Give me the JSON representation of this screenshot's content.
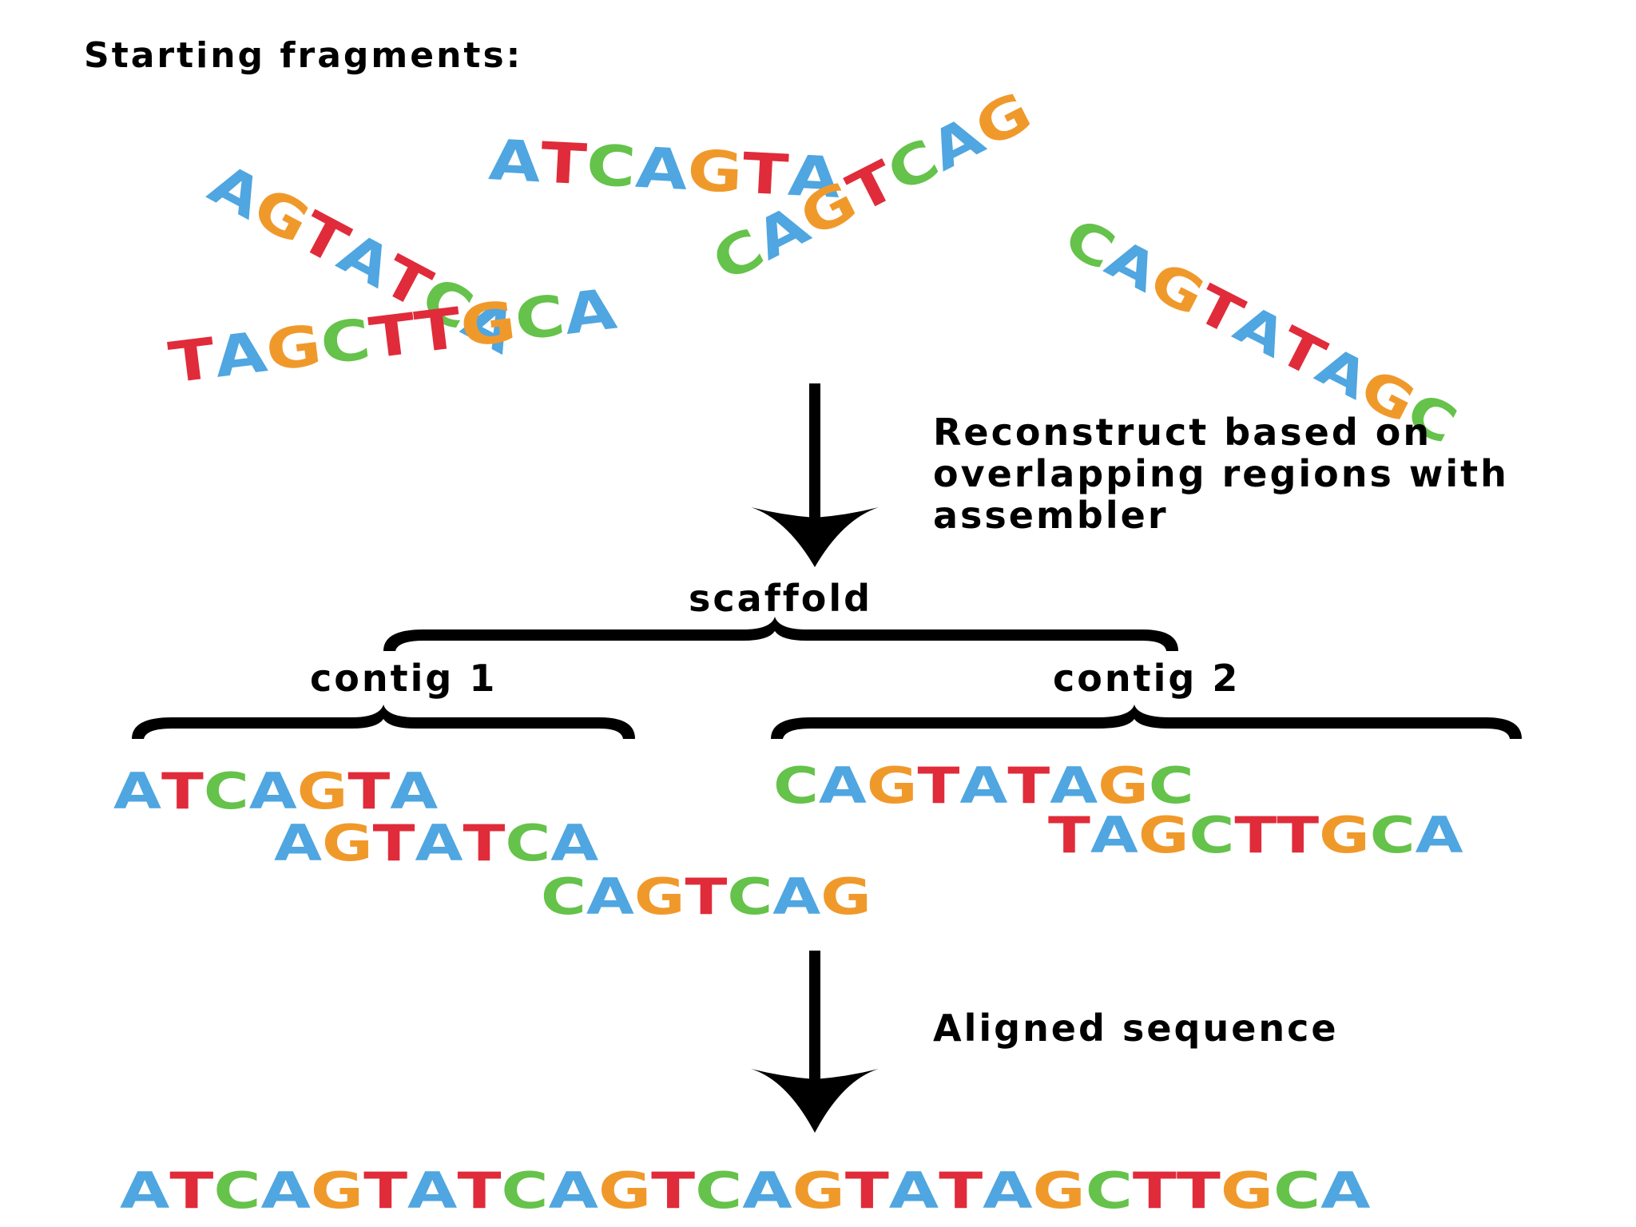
{
  "title": "Starting fragments:",
  "base_colors": {
    "A": "#4fa6e0",
    "T": "#e02b3a",
    "C": "#65c24a",
    "G": "#f0992b"
  },
  "fragments": [
    "AGTATCA",
    "ATCAGTA",
    "CAGTCAG",
    "CAGTATAGC",
    "TAGCTTGCA"
  ],
  "step1_label": {
    "line1": "Reconstruct based on",
    "line2": "overlapping regions with",
    "line3": "assembler"
  },
  "scaffold_label": "scaffold",
  "contig1": {
    "label": "contig 1",
    "reads": [
      "ATCAGTA",
      "AGTATCA",
      "CAGTCAG"
    ]
  },
  "contig2": {
    "label": "contig 2",
    "reads": [
      "CAGTATAGC",
      "TAGCTTGCA"
    ]
  },
  "step2_label": "Aligned sequence",
  "aligned_sequence": "ATCAGTATCAGTCAGTATAGCTTGCA"
}
